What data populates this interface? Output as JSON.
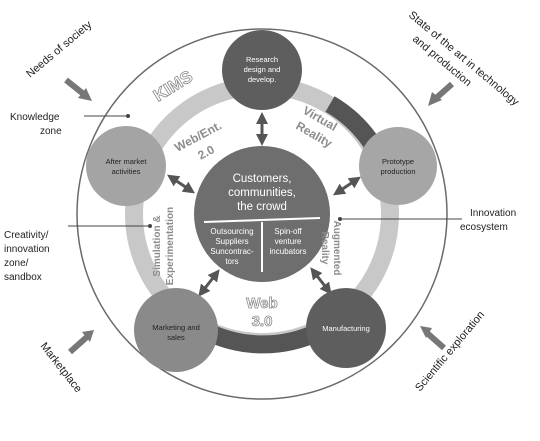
{
  "outer_labels": {
    "needs_of_society": "Needs of society",
    "state_of_art_line1": "State of the art in technology",
    "state_of_art_line2": "and production",
    "knowledge_zone_line1": "Knowledge",
    "knowledge_zone_line2": "zone",
    "creativity_line1": "Creativity/",
    "creativity_line2": "innovation",
    "creativity_line3": "zone/",
    "creativity_line4": "sandbox",
    "innovation_ecosystem_line1": "Innovation",
    "innovation_ecosystem_line2": "ecosystem",
    "marketplace": "Marketplace",
    "scientific_exploration": "Scientific exploration"
  },
  "ring_labels": {
    "kims": "KIMS",
    "web_ent_line1": "Web/Ent.",
    "web_ent_line2": "2.0",
    "virtual_reality_line1": "Virtual",
    "virtual_reality_line2": "Reality",
    "augmented_reality_line1": "Augmented",
    "augmented_reality_line2": "Reality",
    "simulation_line1": "Simulation &",
    "simulation_line2": "Experimentation",
    "web3_line1": "Web",
    "web3_line2": "3.0"
  },
  "nodes": {
    "research_line1": "Research",
    "research_line2": "design and",
    "research_line3": "develop.",
    "prototype_line1": "Prototype",
    "prototype_line2": "production",
    "manufacturing": "Manufacturing",
    "marketing_line1": "Marketing and",
    "marketing_line2": "sales",
    "after_market_line1": "After market",
    "after_market_line2": "activities"
  },
  "center": {
    "line1": "Customers,",
    "line2": "communities,",
    "line3": "the crowd",
    "left_line1": "Outsourcing",
    "left_line2": "Suppliers",
    "left_line3": "Suncontrac-",
    "left_line4": "tors",
    "right_line1": "Spin-off",
    "right_line2": "venture",
    "right_line3": "incubators"
  },
  "colors": {
    "outer_ring_stroke": "#666666",
    "inner_ring": "#c4c4c4",
    "nodes_dark": "#5e5e5e",
    "nodes_mid": "#8a8a8a",
    "nodes_light": "#a8a8a8",
    "center": "#6e6e6e",
    "arrows": "#7a7a7a"
  }
}
